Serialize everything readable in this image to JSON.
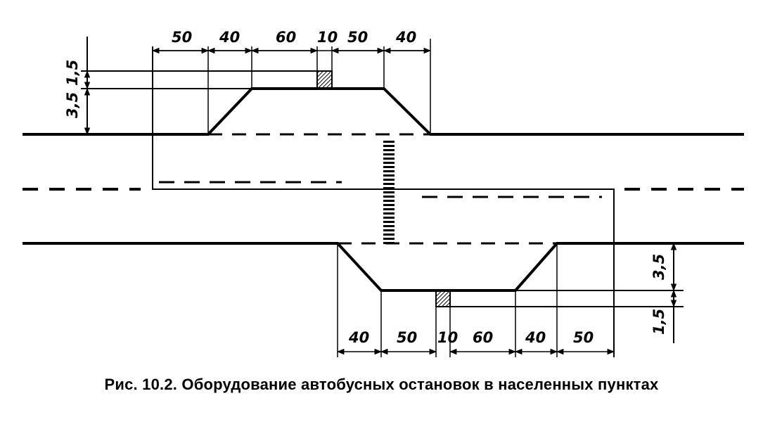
{
  "figure": {
    "caption": "Рис. 10.2. Оборудование автобусных остановок в населенных пунктах",
    "top_stop": {
      "length_dims": [
        "50",
        "40",
        "60",
        "10",
        "50",
        "40"
      ],
      "width_dims": [
        "3,5",
        "1,5"
      ]
    },
    "bottom_stop": {
      "length_dims": [
        "40",
        "50",
        "10",
        "60",
        "40",
        "50"
      ],
      "width_dims": [
        "3,5",
        "1,5"
      ]
    },
    "line_color": "#000000"
  }
}
